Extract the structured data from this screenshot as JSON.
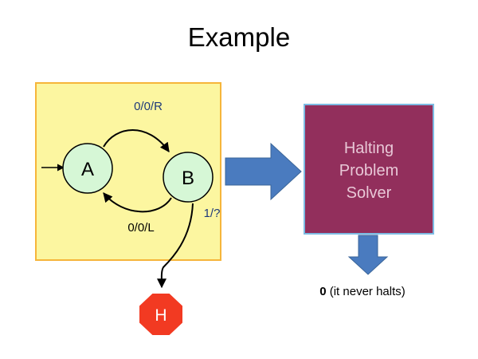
{
  "slide": {
    "title": "Example"
  },
  "machine": {
    "states": [
      {
        "id": "A",
        "label": "A"
      },
      {
        "id": "B",
        "label": "B"
      },
      {
        "id": "H",
        "label": "H"
      }
    ],
    "transitions": {
      "a_to_b": "0/0/R",
      "b_to_a": "0/0/L",
      "b_to_h": "1/?"
    }
  },
  "solver": {
    "line1": "Halting",
    "line2": "Problem",
    "line3": "Solver"
  },
  "result": {
    "value": "0",
    "note": "(it never halts)"
  },
  "colors": {
    "machine_box_fill": "#fcf6a0",
    "machine_box_border": "#f6b53a",
    "state_fill": "#d6f7d6",
    "transition_label": "#1f3a7a",
    "solver_fill": "#922f5c",
    "solver_border": "#7dbbe3",
    "big_arrow": "#4a7bbf",
    "halt_fill": "#f23a22"
  }
}
